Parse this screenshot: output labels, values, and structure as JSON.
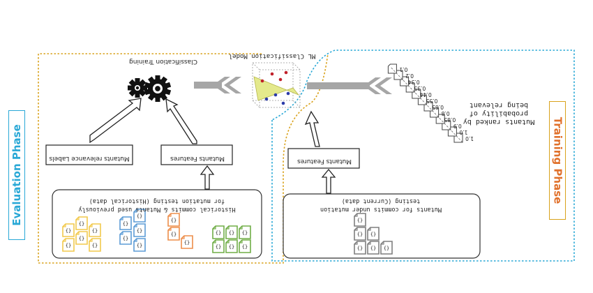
{
  "diagram": {
    "training_phase_label": "Training Phase",
    "evaluation_phase_label": "Evaluation Phase",
    "classification_training_label": "Classification Training",
    "ml_model_label": "ML Classification Model",
    "training_relevance_box": "Mutants relevance Labels",
    "training_features_box": "Mutants Features",
    "eval_features_box": "Mutants Features",
    "historical_data_line1": "Historical commits & Mutants used previously",
    "historical_data_line2": "for mutation testing (Historical data)",
    "current_data_line1": "Mutants for commits under mutation",
    "current_data_line2": "testing (Current data)",
    "ranked_line1": "Mutants ranked by",
    "ranked_line2": "probability of",
    "ranked_line3": "being relevant",
    "file_glyph": "{}",
    "probabilities": [
      "1.0",
      "1.0",
      "0.9",
      "0.85",
      "0.8",
      "0.65",
      "0.55",
      "0.44",
      "0.35",
      "0.34",
      "0.2",
      "0.1"
    ],
    "colors": {
      "training_border": "#d9a21b",
      "evaluation_border": "#29a8d6",
      "training_text": "#e0712c",
      "evaluation_text": "#29a8d6",
      "arrow_gray": "#a6a6a6",
      "file_yellow": "#f2c94c",
      "file_blue": "#5b9bd5",
      "file_orange": "#ed8d4a",
      "file_green": "#70ad47",
      "file_gray": "#7f7f7f"
    }
  }
}
